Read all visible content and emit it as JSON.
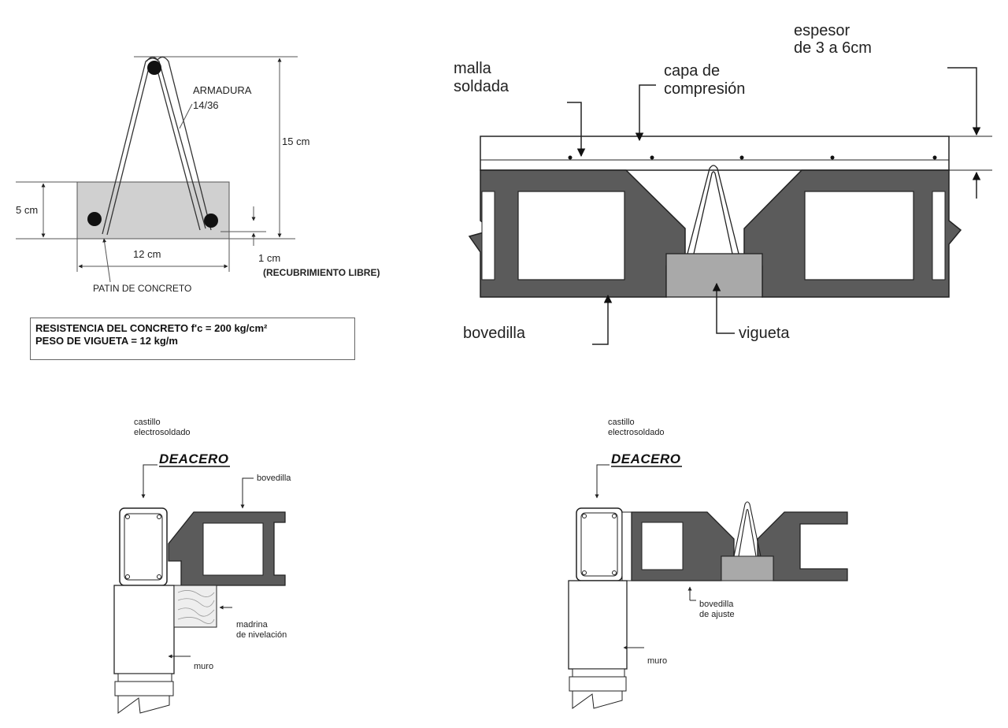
{
  "vigueta_section": {
    "armadura_label": "ARMADURA",
    "armadura_spec": "14/36",
    "height_total": "15 cm",
    "height_patin": "5 cm",
    "width_patin": "12 cm",
    "cover": "1 cm",
    "cover_note": "(RECUBRIMIENTO LIBRE)",
    "patin_label": "PATIN DE CONCRETO",
    "spec_line_1": "RESISTENCIA DEL CONCRETO f'c = 200 kg/cm²",
    "spec_line_2": "PESO DE VIGUETA = 12 kg/m"
  },
  "slab_section": {
    "espesor_line_1": "espesor",
    "espesor_line_2": "de 3 a 6cm",
    "malla_line_1": "malla",
    "malla_line_2": "soldada",
    "capa_line_1": "capa de",
    "capa_line_2": "compresión",
    "bovedilla": "bovedilla",
    "vigueta": "vigueta"
  },
  "detail_left": {
    "castillo_line_1": "castillo",
    "castillo_line_2": "electrosoldado",
    "logo": "DEACERO",
    "bovedilla": "bovedilla",
    "madrina_line_1": "madrina",
    "madrina_line_2": "de nivelación",
    "muro": "muro"
  },
  "detail_right": {
    "castillo_line_1": "castillo",
    "castillo_line_2": "electrosoldado",
    "logo": "DEACERO",
    "bovedilla_line_1": "bovedilla",
    "bovedilla_line_2": "de ajuste",
    "muro": "muro"
  },
  "colors": {
    "block": "#5b5b5b",
    "vigueta": "#a9a9a9",
    "patin": "#d0d0d0",
    "line": "#111111"
  }
}
